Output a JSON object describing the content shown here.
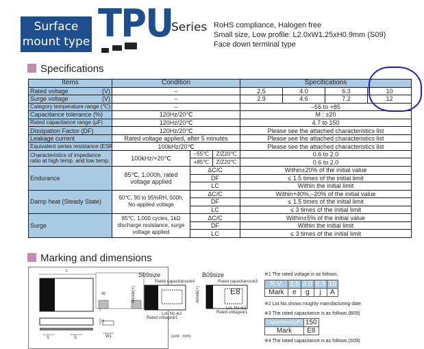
{
  "header": {
    "badge_line1": "Surface",
    "badge_line2": "mount type",
    "series_name": "TPU",
    "series_suffix": "Series",
    "desc1": "RoHS compliance, Halogen free",
    "desc2": "Small size, Low profile: L2.0xW1.25xH0.9mm (S09)",
    "desc3": "Face down terminal type"
  },
  "sections": {
    "specifications": "Specifications",
    "marking": "Marking and dimensions"
  },
  "spec": {
    "head_items": "Items",
    "head_condition": "Condition",
    "head_specs": "Specifications",
    "rated_voltage": {
      "label": "Rated voltage",
      "unit": "(V)",
      "cond": "–",
      "values": [
        "2.5",
        "4.0",
        "6.3",
        "10"
      ]
    },
    "surge_voltage": {
      "label": "Surge voltage",
      "unit": "(V)",
      "cond": "–",
      "values": [
        "2.9",
        "4.6",
        "7.2",
        "12"
      ]
    },
    "rows": [
      {
        "label": "Category temperature range (℃)",
        "cond": "–",
        "spec": "–55 to +85"
      },
      {
        "label": "Capacitance tolerance (%)",
        "cond": "120Hz/20℃",
        "spec": "M : ±20"
      },
      {
        "label": "Rated capacitance range (μF)",
        "cond": "120Hz/20℃",
        "spec": "4.7 to 150"
      },
      {
        "label": "Dissipation Factor (DF)",
        "cond": "120Hz/20℃",
        "spec": "Please see the attached characteristics list"
      },
      {
        "label": "Leakage current",
        "cond": "Rated voltage applied, after 5 minutes",
        "spec": "Please see the attached characteristics list"
      },
      {
        "label": "Equivalent series resistance (ESR)",
        "cond": "100kHz/20℃",
        "spec": "Please see the attached characteristics list"
      }
    ],
    "impedance": {
      "label": "Characteristics of impedance ratio at high temp. and low temp.",
      "cond": "100kHz/+20℃",
      "sub1": "–55℃",
      "ratio1": "Z/Z20℃",
      "spec1": "0.6 to 2.0",
      "sub2": "+85℃",
      "ratio2": "Z/Z20℃",
      "spec2": "0.6 to 2.0"
    },
    "endurance": {
      "label": "Endurance",
      "cond": "85℃, 1,000h, rated voltage applied",
      "items": [
        {
          "k": "ΔC/C",
          "v": "Within±20% of the initial value"
        },
        {
          "k": "DF",
          "v": "≤ 1.5 times of the initial limit"
        },
        {
          "k": "LC",
          "v": "Within the initial limit"
        }
      ]
    },
    "damp": {
      "label": "Damp heat (Steady State)",
      "cond": "60℃, 90 to 95%RH, 500h, No-applied voltage",
      "items": [
        {
          "k": "ΔC/C",
          "v": "Within+40%,–20% of the initial value"
        },
        {
          "k": "DF",
          "v": "≤ 1.5 times of the initial limit"
        },
        {
          "k": "LC",
          "v": "≤ 3 times of the initial limit"
        }
      ]
    },
    "surge": {
      "label": "Surge",
      "cond": "85℃, 1,000 cycles, 1kΩ discharge resistance, surge voltage applied",
      "items": [
        {
          "k": "ΔC/C",
          "v": "Within±5% of the initial value"
        },
        {
          "k": "DF",
          "v": "Within the initial limit"
        },
        {
          "k": "LC",
          "v": "≤ 3 times of the initial limit"
        }
      ]
    }
  },
  "marking": {
    "s09": "S09size",
    "b09": "B09size",
    "rated_cap": "Rated capacitance※4",
    "rated_cap_b": "Rated capacitance※3",
    "rated_volt": "Rated voltage※1",
    "anode": "Anode(+)",
    "lot": "Lot. No.※2",
    "unit": "(unit : mm)",
    "b09_code": "E8",
    "note1": "※1 The rated voltage is as follows.",
    "rv_head": "R.V.",
    "rv_values": [
      "2.5",
      "4.0",
      "6.3",
      "10"
    ],
    "mark_head": "Mark",
    "mark_values": [
      "e",
      "g",
      "j",
      "A"
    ],
    "note2": "※2 Lot.No.shows roughly manufacturing date.",
    "note3": "※3 The rated capacitance is as follows.(B09)",
    "cap_head": "Capacitance(μF)",
    "cap_value": "150",
    "cap_mark_head": "Mark",
    "cap_mark": "E8",
    "note4": "※4 The rated capacitance is as follows.(S09)",
    "dim_labels": {
      "L": "L",
      "W": "W",
      "H": "H",
      "S": "S",
      "W1": "W1"
    }
  }
}
